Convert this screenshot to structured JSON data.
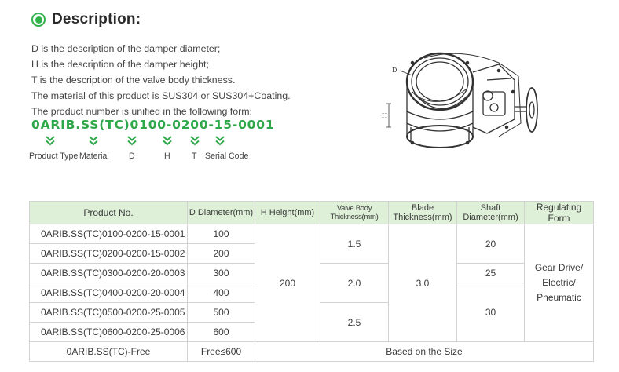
{
  "heading": {
    "title": "Description:",
    "accent": "#2fb34a"
  },
  "description": [
    "D is the description of the damper diameter;",
    "H is the description of the damper height;",
    "T is the description of the valve body thickness.",
    "The material of this product is SUS304 or SUS304+Coating.",
    "The product number is unified in the following form:"
  ],
  "product_code": {
    "value": "0ARIB.SS(TC)0100-0200-15-0001",
    "color": "#2fa84a",
    "labels": [
      "Product Type",
      "Material",
      "D",
      "H",
      "T",
      "Serial Code"
    ]
  },
  "drawing": {
    "labels": {
      "d": "D",
      "h": "H"
    }
  },
  "table": {
    "header_bg": "#dff0d8",
    "headers": {
      "product_no": "Product No.",
      "d_diameter": "D Diameter(mm)",
      "h_height": "H Height(mm)",
      "valve_thickness": "Valve Body Thickness(mm)",
      "blade_thickness": "Blade Thickness(mm)",
      "shaft_diameter": "Shaft Diameter(mm)",
      "regulating_form": "Regulating Form"
    },
    "rows": [
      {
        "product_no": "0ARIB.SS(TC)0100-0200-15-0001",
        "d": "100"
      },
      {
        "product_no": "0ARIB.SS(TC)0200-0200-15-0002",
        "d": "200"
      },
      {
        "product_no": "0ARIB.SS(TC)0300-0200-20-0003",
        "d": "300"
      },
      {
        "product_no": "0ARIB.SS(TC)0400-0200-20-0004",
        "d": "400"
      },
      {
        "product_no": "0ARIB.SS(TC)0500-0200-25-0005",
        "d": "500"
      },
      {
        "product_no": "0ARIB.SS(TC)0600-0200-25-0006",
        "d": "600"
      }
    ],
    "h_height": "200",
    "valve_thickness": [
      "1.5",
      "2.0",
      "2.5"
    ],
    "blade_thickness": "3.0",
    "shaft_diameter": [
      "20",
      "25",
      "30"
    ],
    "regulating_form": [
      "Gear Drive/",
      "Electric/",
      "Pneumatic"
    ],
    "free_row": {
      "product_no": "0ARIB.SS(TC)-Free",
      "d": "Free≤600",
      "note": "Based on the Size"
    }
  }
}
